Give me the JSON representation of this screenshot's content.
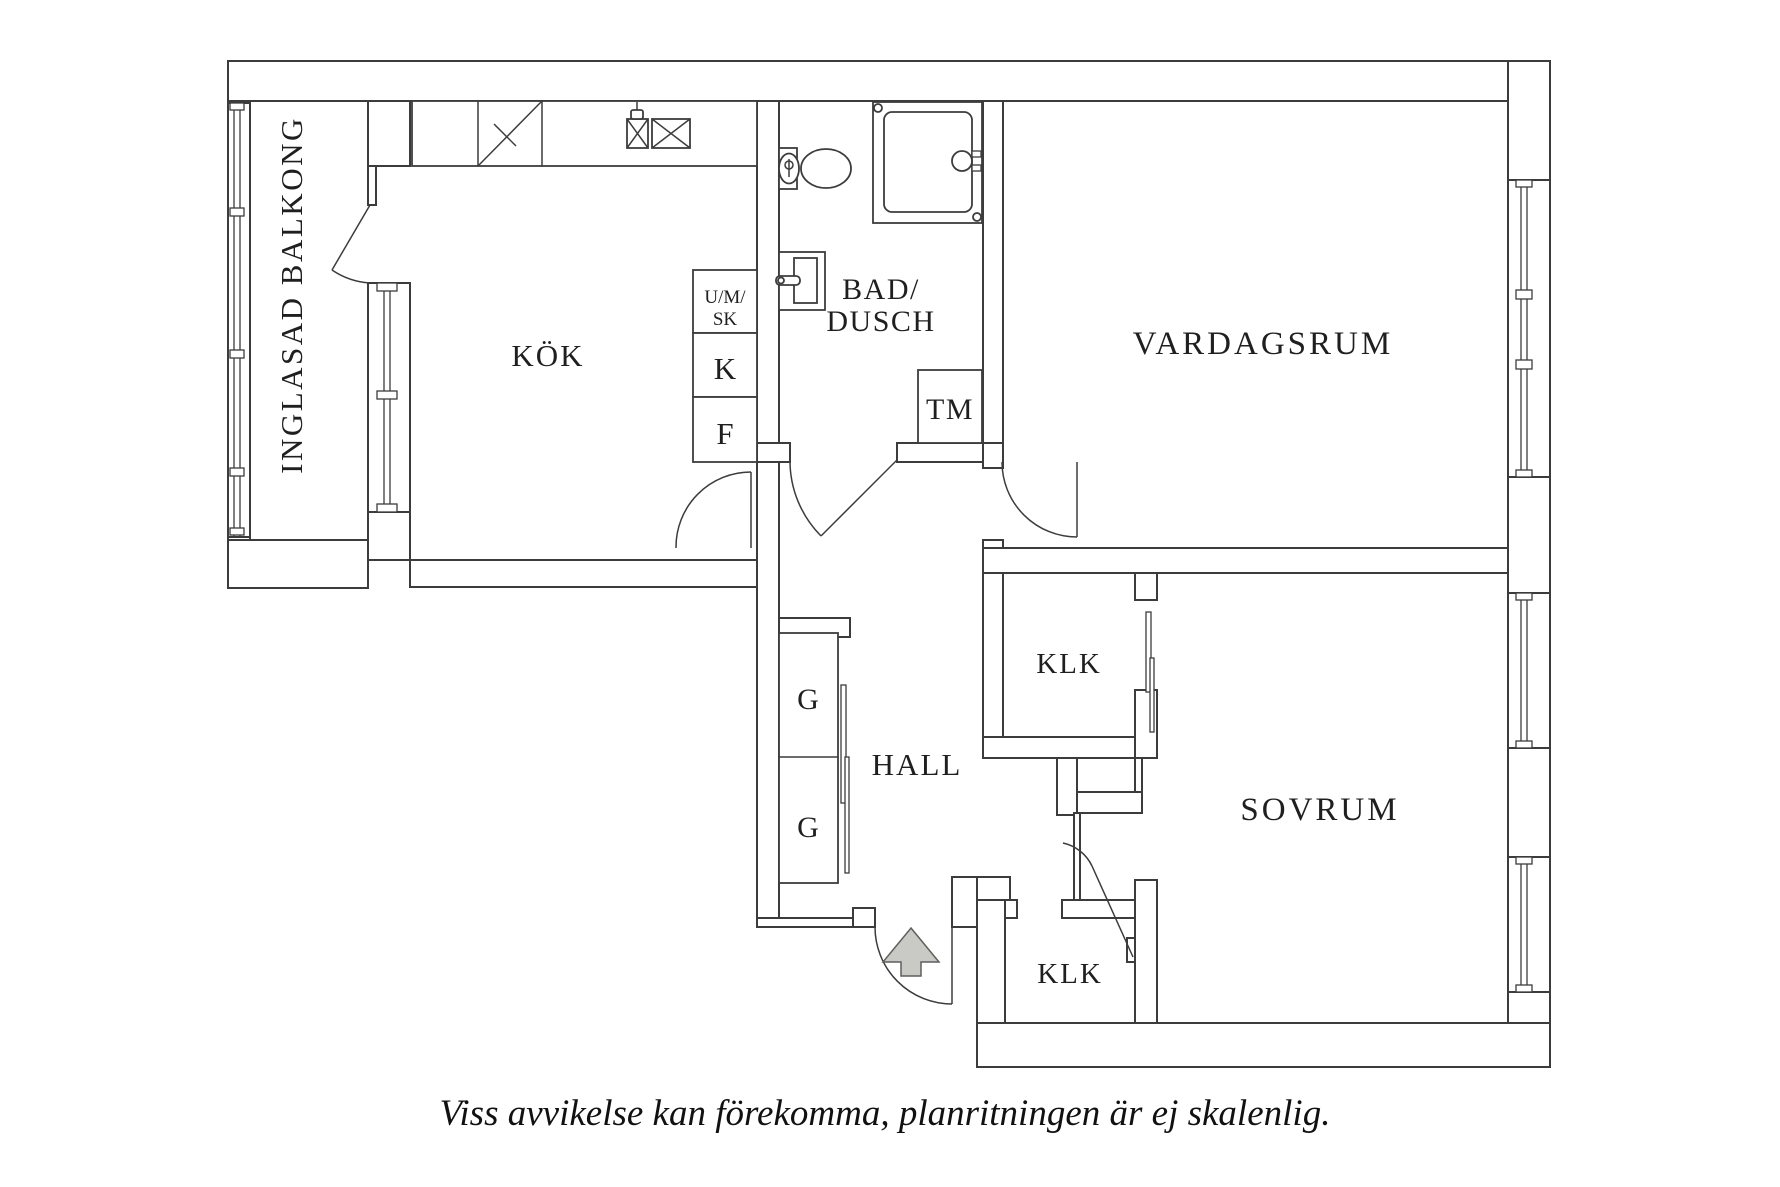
{
  "floorplan": {
    "rooms": {
      "balcony_label": "INGLASAD BALKONG",
      "kitchen_label": "KÖK",
      "bathroom_label_line1": "BAD/",
      "bathroom_label_line2": "DUSCH",
      "living_room_label": "VARDAGSRUM",
      "hall_label": "HALL",
      "bedroom_label": "SOVRUM",
      "closet_upper_label": "KLK",
      "closet_lower_label": "KLK"
    },
    "fixtures": {
      "washer_label": "TM",
      "wardrobe_label_1": "G",
      "wardrobe_label_2": "G",
      "cabinet_label_line1": "U/M/",
      "cabinet_label_line2": "SK",
      "fridge_label": "K",
      "freezer_label": "F"
    },
    "caption": "Viss avvikelse kan förekomma, planritningen är ej skalenlig.",
    "colors": {
      "line": "#3c3c3c",
      "background": "#ffffff",
      "text": "#1f1f1f",
      "arrow_fill": "#c9c9c6",
      "arrow_stroke": "#5f5f5c"
    },
    "icons": [
      "entrance-arrow-icon",
      "toilet-icon",
      "shower-icon",
      "washbasin-icon",
      "kitchen-sink-icon",
      "counter-stove-icon",
      "window-icon",
      "door-swing-icon"
    ]
  }
}
